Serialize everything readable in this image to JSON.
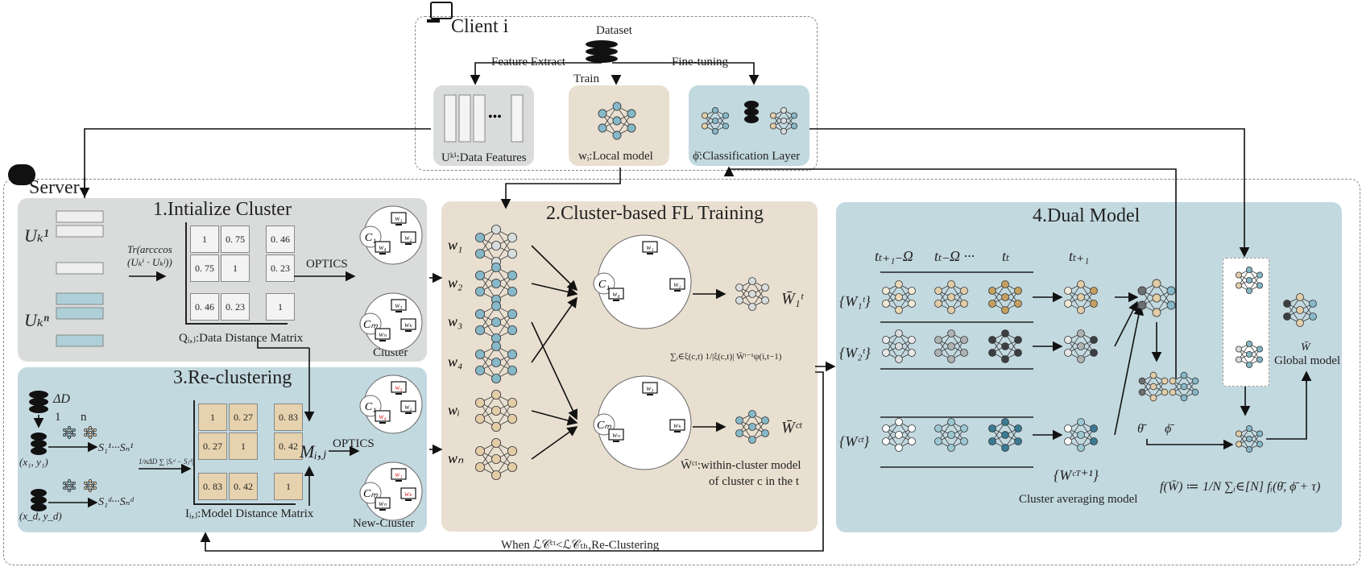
{
  "client": {
    "title": "Client i",
    "dataset_label": "Dataset",
    "feature_extract_label": "Feature Extract",
    "train_label": "Train",
    "fine_tuning_label": "Fine-tuning",
    "data_features_label": "Uᵏⁱ:Data Features",
    "local_model_label": "wᵢ:Local model",
    "classification_layer_label": "ϕ̄:Classification Layer"
  },
  "server": {
    "title": "Server",
    "step1": {
      "title": "1.Intialize Cluster",
      "u1_label": "Uₖ¹",
      "un_label": "Uₖⁿ",
      "transform_label_line1": "Tr(arcccos",
      "transform_label_line2": "(Uₖⁱ · Uₖʲ))",
      "matrix": [
        [
          "1",
          "0. 75",
          "0. 46"
        ],
        [
          "0. 75",
          "1",
          "0. 23"
        ],
        [
          "0. 46",
          "0. 23",
          "1"
        ]
      ],
      "matrix_label": "Qᵢ,ⱼ:Data Distance Matrix",
      "optics_label": "OPTICS",
      "cluster_label": "Cluster",
      "clusters": [
        {
          "name": "C₁",
          "members": [
            {
              "w": "w₁",
              "changed": false
            },
            {
              "w": "w₂",
              "changed": false
            },
            {
              "w": "w₄",
              "changed": false
            }
          ]
        },
        {
          "name": "Cₘ",
          "members": [
            {
              "w": "w₃",
              "changed": false
            },
            {
              "w": "wₖ",
              "changed": false
            },
            {
              "w": "wₙ",
              "changed": false
            }
          ]
        }
      ]
    },
    "step2": {
      "title": "2.Cluster-based FL Training",
      "clients": [
        "w₁",
        "w₂",
        "w₃",
        "w₄",
        "wᵢ",
        "wₙ"
      ],
      "cluster1_name": "C₁",
      "cluster1_members": [
        "w₁",
        "w₂",
        "w₄"
      ],
      "clusterm_name": "Cₘ",
      "clusterm_members": [
        "w₃",
        "wₖ",
        "wₙ"
      ],
      "output1_label": "W̄₁ᵗ",
      "outputc_label": "W̄ᶜᵗ",
      "formula": "∑ᵢ∈ξ(c,t) 1/|ξ(c,t)| W̄ᵗ⁻¹ψ(i,t−1)",
      "note_line1": "W̄ᶜᵗ:within-cluster model",
      "note_line2": "of cluster c in the t"
    },
    "step3": {
      "title": "3.Re-clustering",
      "delta_label": "ΔD",
      "model_index_first": "1",
      "model_index_last": "n",
      "sample1_label": "(x₁, y₁)",
      "sampled_label": "(x_d, y_d)",
      "s1_label": "S₁¹···Sₙ¹",
      "sd_label": "S₁ᵈ···Sₙᵈ",
      "formula": "1/nΔD ∑ |Sᵢᵈ − Sⱼᵈ|",
      "matrix": [
        [
          "1",
          "0. 27",
          "0. 83"
        ],
        [
          "0. 27",
          "1",
          "0. 42"
        ],
        [
          "0. 83",
          "0. 42",
          "1"
        ]
      ],
      "matrix_label": "Iᵢ,ⱼ:Model Distance Matrix",
      "m_label": "Mᵢ,ⱼ",
      "optics_label": "OPTICS",
      "new_cluster_label": "New-Cluster",
      "clusters": [
        {
          "name": "C₁",
          "members": [
            {
              "w": "w₃",
              "changed": true
            },
            {
              "w": "w₂",
              "changed": false
            },
            {
              "w": "w₄",
              "changed": true
            }
          ]
        },
        {
          "name": "Cₘ",
          "members": [
            {
              "w": "w₁",
              "changed": true
            },
            {
              "w": "wₖ",
              "changed": true
            },
            {
              "w": "wₙ",
              "changed": false
            }
          ]
        }
      ]
    },
    "step4": {
      "title": "4.Dual Model",
      "time_headers": [
        "tₜ₊₁₋Ω",
        "tₜ₋Ω ···",
        "tₜ"
      ],
      "next_time_header": "tₜ₊₁",
      "rows": [
        "{W₁ᵗ}",
        "{W₂ᵗ}",
        "{Wᶜᵗ}"
      ],
      "avg_set_label": "{Wᶜᵀ⁺¹}",
      "avg_label": "Cluster averaging model",
      "theta_label": "θ̄",
      "phi_label": "ϕ̄",
      "global_symbol": "W̄",
      "global_label": "Global model",
      "formula": "f(W̄) ≔ 1/N ∑ᵢ∈[N] fᵢ(θ̄, ϕ̄ + τ)"
    },
    "recluster_condition": "When ℒ𝒞ᶜᵗ<ℒ𝒞ₜₕ,Re-Clustering"
  },
  "colors": {
    "gray_panel": "#d9dcdb",
    "tan_panel": "#e9dfd0",
    "blue_panel": "#c3d9e0",
    "node_blue": "#86b8c8",
    "node_tan": "#e2cda8",
    "node_gray": "#d8dcdc",
    "node_dark": "#3c3f41",
    "highlight_red": "#e02020"
  }
}
